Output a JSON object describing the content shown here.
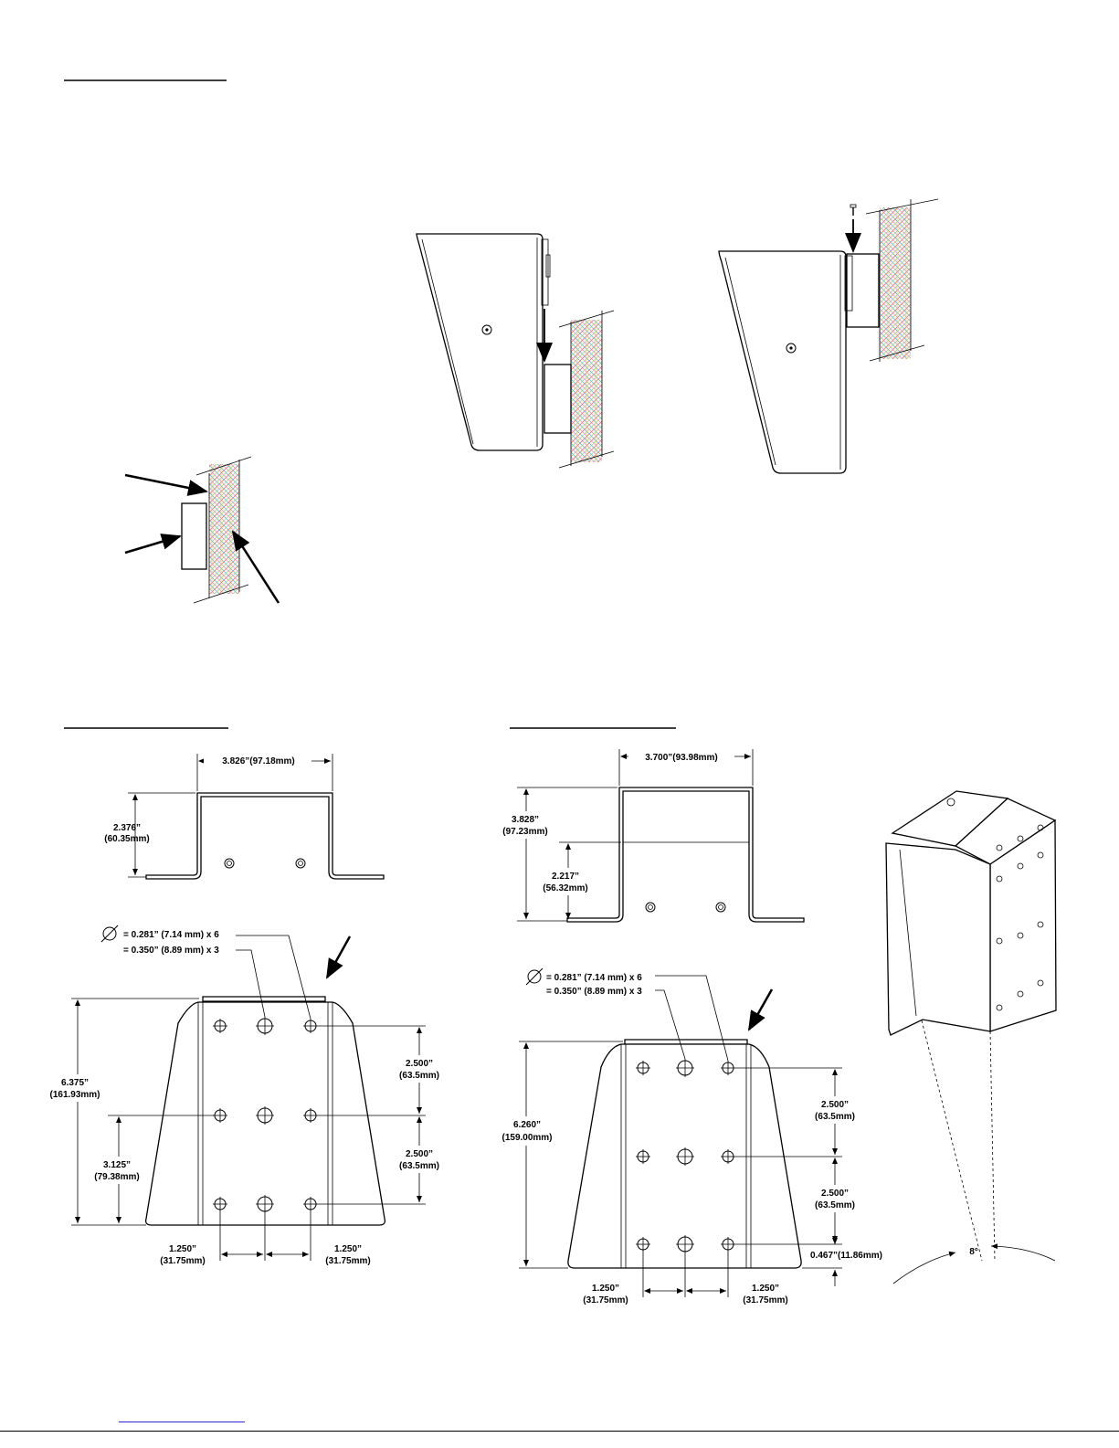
{
  "left_bracket": {
    "width_dim": "3.826”(97.18mm)",
    "height_dim_in": "2.376”",
    "height_dim_mm": "(60.35mm)",
    "hole_note_1": "= 0.281” (7.14 mm) x 6",
    "hole_note_2": "= 0.350” (8.89 mm) x 3",
    "overall_height_in": "6.375”",
    "overall_height_mm": "(161.93mm)",
    "center_height_in": "3.125”",
    "center_height_mm": "(79.38mm)",
    "spacing_1_in": "2.500”",
    "spacing_1_mm": "(63.5mm)",
    "spacing_2_in": "2.500”",
    "spacing_2_mm": "(63.5mm)",
    "h_spacing_left_in": "1.250”",
    "h_spacing_left_mm": "(31.75mm)",
    "h_spacing_right_in": "1.250”",
    "h_spacing_right_mm": "(31.75mm)"
  },
  "right_bracket": {
    "width_dim": "3.700”(93.98mm)",
    "height_dim_in": "3.828”",
    "height_dim_mm": "(97.23mm)",
    "inner_height_in": "2.217”",
    "inner_height_mm": "(56.32mm)",
    "hole_note_1": "= 0.281” (7.14 mm) x 6",
    "hole_note_2": "= 0.350” (8.89 mm) x 3",
    "overall_height_in": "6.260”",
    "overall_height_mm": "(159.00mm)",
    "spacing_1_in": "2.500”",
    "spacing_1_mm": "(63.5mm)",
    "spacing_2_in": "2.500”",
    "spacing_2_mm": "(63.5mm)",
    "bottom_offset": "0.467”(11.86mm)",
    "h_spacing_left_in": "1.250”",
    "h_spacing_left_mm": "(31.75mm)",
    "h_spacing_right_in": "1.250”",
    "h_spacing_right_mm": "(31.75mm)"
  },
  "tilt_angle": "8°",
  "diameter_symbol": "∅"
}
